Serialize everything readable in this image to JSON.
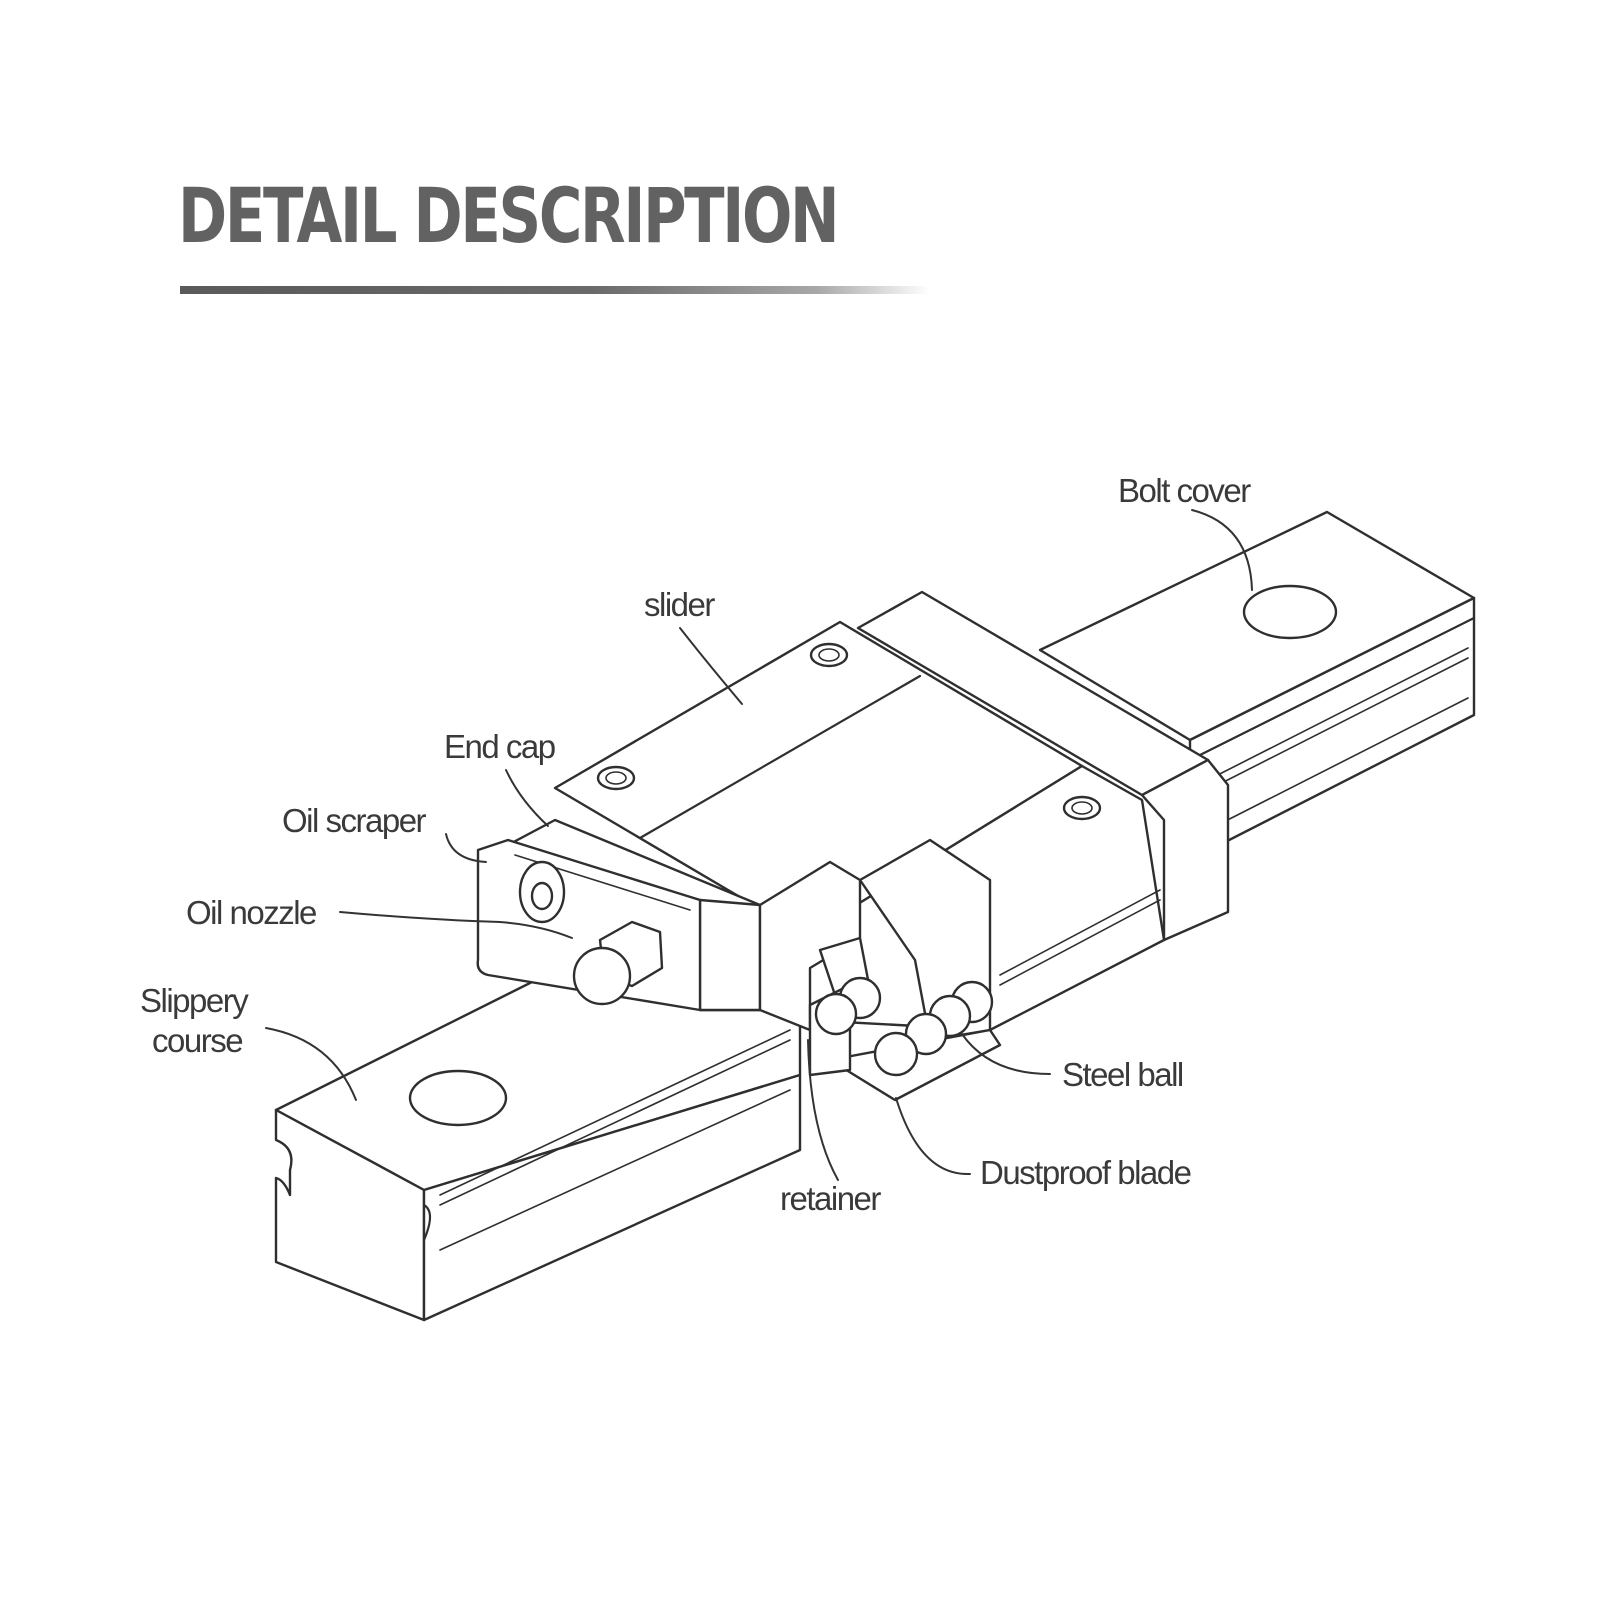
{
  "heading": "DETAIL DESCRIPTION",
  "labels": {
    "bolt_cover": "Bolt cover",
    "slider": "slider",
    "end_cap": "End cap",
    "oil_scraper": "Oil scraper",
    "oil_nozzle": "Oil nozzle",
    "slippery_line1": "Slippery",
    "slippery_line2": "course",
    "steel_ball": "Steel ball",
    "dustproof_blade": "Dustproof blade",
    "retainer": "retainer"
  }
}
